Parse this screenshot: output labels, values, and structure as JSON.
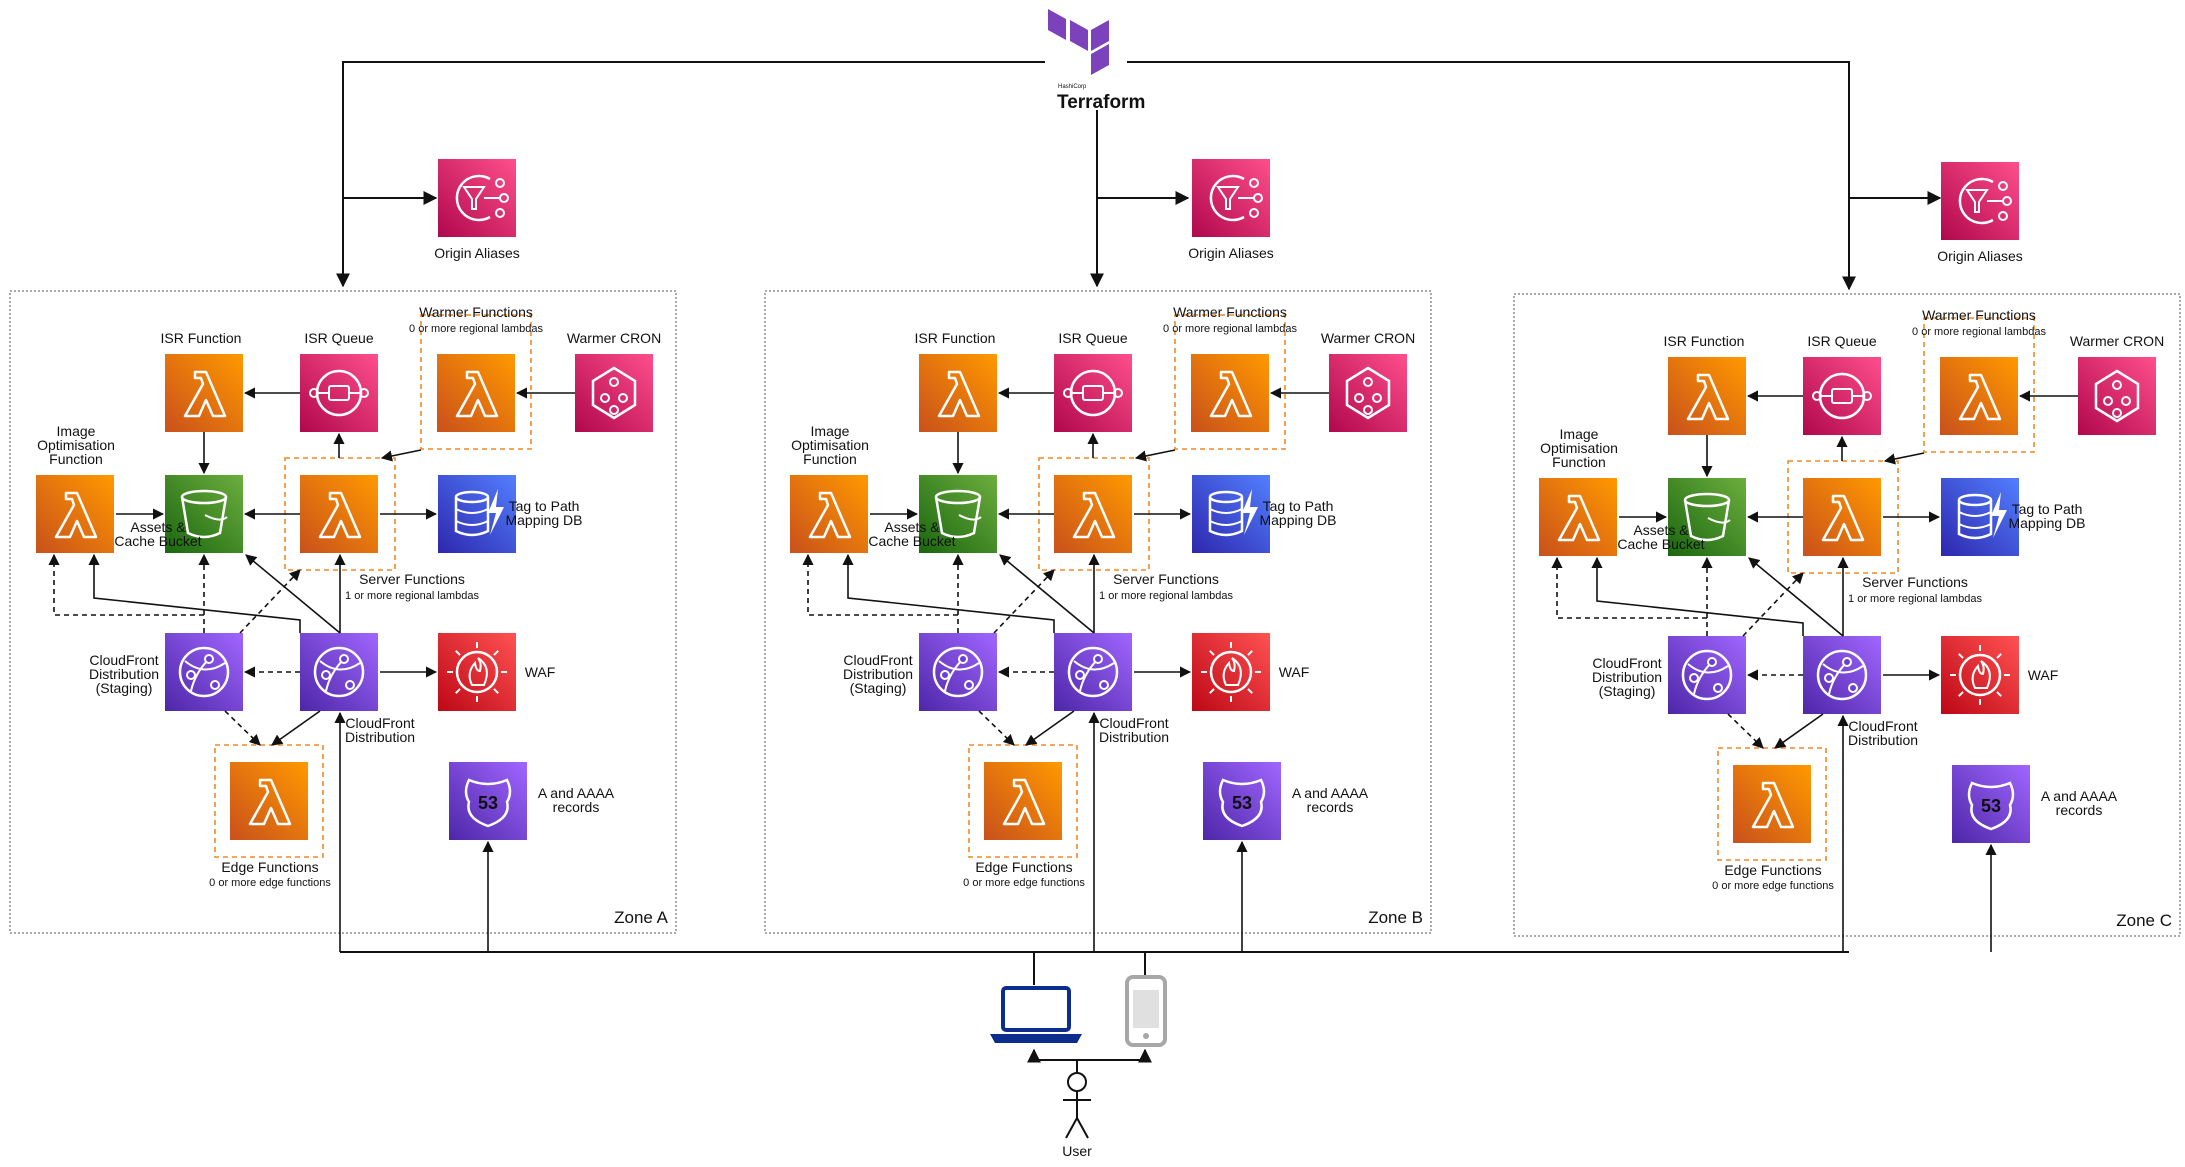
{
  "terraform": {
    "label": "Terraform",
    "vendor": "HashiCorp"
  },
  "user_label": "User",
  "zones": [
    {
      "name": "Zone A",
      "origin_aliases": "Origin Aliases",
      "isr_function": "ISR Function",
      "isr_queue": "ISR Queue",
      "warmer_functions": "Warmer Functions",
      "warmer_functions_sub": "0 or more regional lambdas",
      "warmer_cron": "Warmer CRON",
      "image_opt": [
        "Image",
        "Optimisation",
        "Function"
      ],
      "assets_bucket": [
        "Assets &",
        "Cache Bucket"
      ],
      "server_functions": "Server Functions",
      "server_functions_sub": "1 or more regional lambdas",
      "tag_db": [
        "Tag to Path",
        "Mapping DB"
      ],
      "cf_staging": [
        "CloudFront",
        "Distribution",
        "(Staging)"
      ],
      "cf_distribution": [
        "CloudFront",
        "Distribution"
      ],
      "waf": "WAF",
      "edge_functions": "Edge Functions",
      "edge_functions_sub": "0 or more edge functions",
      "records": [
        "A and AAAA",
        "records"
      ]
    },
    {
      "name": "Zone B",
      "origin_aliases": "Origin Aliases",
      "isr_function": "ISR Function",
      "isr_queue": "ISR Queue",
      "warmer_functions": "Warmer Functions",
      "warmer_functions_sub": "0 or more regional lambdas",
      "warmer_cron": "Warmer CRON",
      "image_opt": [
        "Image",
        "Optimisation",
        "Function"
      ],
      "assets_bucket": [
        "Assets &",
        "Cache Bucket"
      ],
      "server_functions": "Server Functions",
      "server_functions_sub": "1 or more regional lambdas",
      "tag_db": [
        "Tag to Path",
        "Mapping DB"
      ],
      "cf_staging": [
        "CloudFront",
        "Distribution",
        "(Staging)"
      ],
      "cf_distribution": [
        "CloudFront",
        "Distribution"
      ],
      "waf": "WAF",
      "edge_functions": "Edge Functions",
      "edge_functions_sub": "0 or more edge functions",
      "records": [
        "A and AAAA",
        "records"
      ]
    },
    {
      "name": "Zone C",
      "origin_aliases": "Origin Aliases",
      "isr_function": "ISR Function",
      "isr_queue": "ISR Queue",
      "warmer_functions": "Warmer Functions",
      "warmer_functions_sub": "0 or more regional lambdas",
      "warmer_cron": "Warmer CRON",
      "image_opt": [
        "Image",
        "Optimisation",
        "Function"
      ],
      "assets_bucket": [
        "Assets &",
        "Cache Bucket"
      ],
      "server_functions": "Server Functions",
      "server_functions_sub": "1 or more regional lambdas",
      "tag_db": [
        "Tag to Path",
        "Mapping DB"
      ],
      "cf_staging": [
        "CloudFront",
        "Distribution",
        "(Staging)"
      ],
      "cf_distribution": [
        "CloudFront",
        "Distribution"
      ],
      "waf": "WAF",
      "edge_functions": "Edge Functions",
      "edge_functions_sub": "0 or more edge functions",
      "records": [
        "A and AAAA",
        "records"
      ]
    }
  ],
  "colors": {
    "lambda": "#ED7100",
    "lambda_dark": "#C8511B",
    "s3": "#3F8624",
    "s3_light": "#7AA116",
    "sqs": "#E7157B",
    "dynamodb": "#3B48CC",
    "cloudfront": "#8C4FFF",
    "waf": "#DD344C",
    "route53": "#8C4FFF",
    "terraform": "#7B42BC",
    "laptop": "#0D2D8C",
    "phone": "#A7A7A7",
    "dashed_box": "#F08A24",
    "line": "#111111",
    "zone_border": "#555555"
  },
  "icons": {
    "origin_aliases": "event-bridge-icon",
    "isr_function": "lambda-icon",
    "isr_queue": "sqs-icon",
    "warmer_functions": "lambda-icon",
    "warmer_cron": "event-bridge-scheduler-icon",
    "image_opt": "lambda-icon",
    "assets_bucket": "s3-bucket-icon",
    "server_functions": "lambda-icon",
    "tag_db": "dynamodb-icon",
    "cf_staging": "cloudfront-icon",
    "cf_distribution": "cloudfront-icon",
    "waf": "waf-icon",
    "edge_functions": "lambda-icon",
    "records": "route53-icon",
    "terraform": "terraform-logo",
    "laptop": "laptop-icon",
    "phone": "mobile-phone-icon",
    "user": "user-icon"
  }
}
